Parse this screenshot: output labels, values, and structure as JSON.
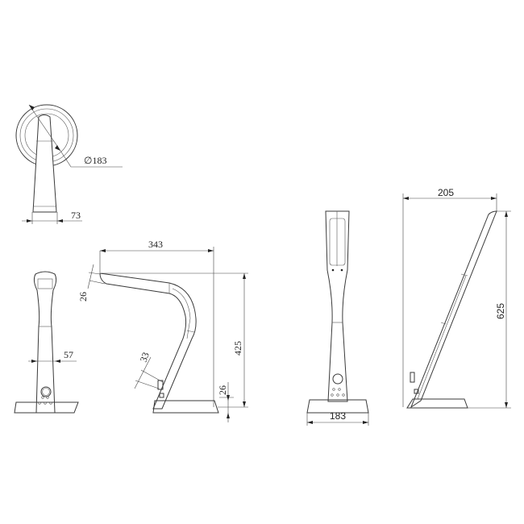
{
  "drawing": {
    "top_view": {
      "diameter_label": "∅183",
      "width_label": "73"
    },
    "front_view_small": {
      "width_label": "57"
    },
    "side_view_bent": {
      "reach_label": "343",
      "height_label": "425",
      "base_height_label": "26",
      "head_thickness_label": "26",
      "switch_label": "33"
    },
    "front_view_upright": {
      "base_width_label": "183"
    },
    "side_view_upright": {
      "depth_label": "205",
      "height_label": "625"
    }
  }
}
